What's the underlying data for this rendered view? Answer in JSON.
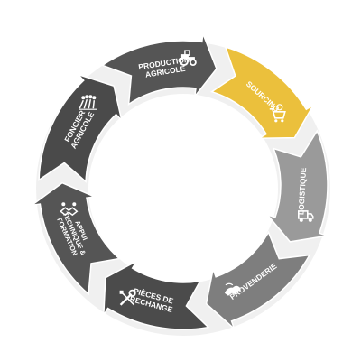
{
  "diagram": {
    "segments": [
      {
        "id": "production-agricole",
        "lines": [
          "PRODUCTION",
          "AGRICOLE"
        ],
        "color": "#555555",
        "icon": "tractor-icon",
        "highlighted": false
      },
      {
        "id": "sourcing",
        "lines": [
          "SOURCING"
        ],
        "color": "#EBC03C",
        "icon": "shopping-cart-icon",
        "highlighted": true
      },
      {
        "id": "logistique",
        "lines": [
          "LOGISTIQUE"
        ],
        "color": "#9A9A9A",
        "icon": "delivery-truck-icon",
        "highlighted": false
      },
      {
        "id": "provenderie",
        "lines": [
          "PROVENDERIE"
        ],
        "color": "#7E7E7E",
        "icon": "livestock-icon",
        "highlighted": false
      },
      {
        "id": "pieces-de-rechange",
        "lines": [
          "PIÈCES DE",
          "RECHANGE"
        ],
        "color": "#4B4B4B",
        "icon": "wrench-tools-icon",
        "highlighted": false
      },
      {
        "id": "appui-technique-formation",
        "lines": [
          "APPUI",
          "TECHNIQUE &",
          "FORMATION"
        ],
        "color": "#555555",
        "icon": "training-handshake-icon",
        "highlighted": false
      },
      {
        "id": "foncier-agricole",
        "lines": [
          "FONCIER",
          "AGRICOLE"
        ],
        "color": "#4A4A4A",
        "icon": "field-crops-icon",
        "highlighted": false
      }
    ]
  }
}
